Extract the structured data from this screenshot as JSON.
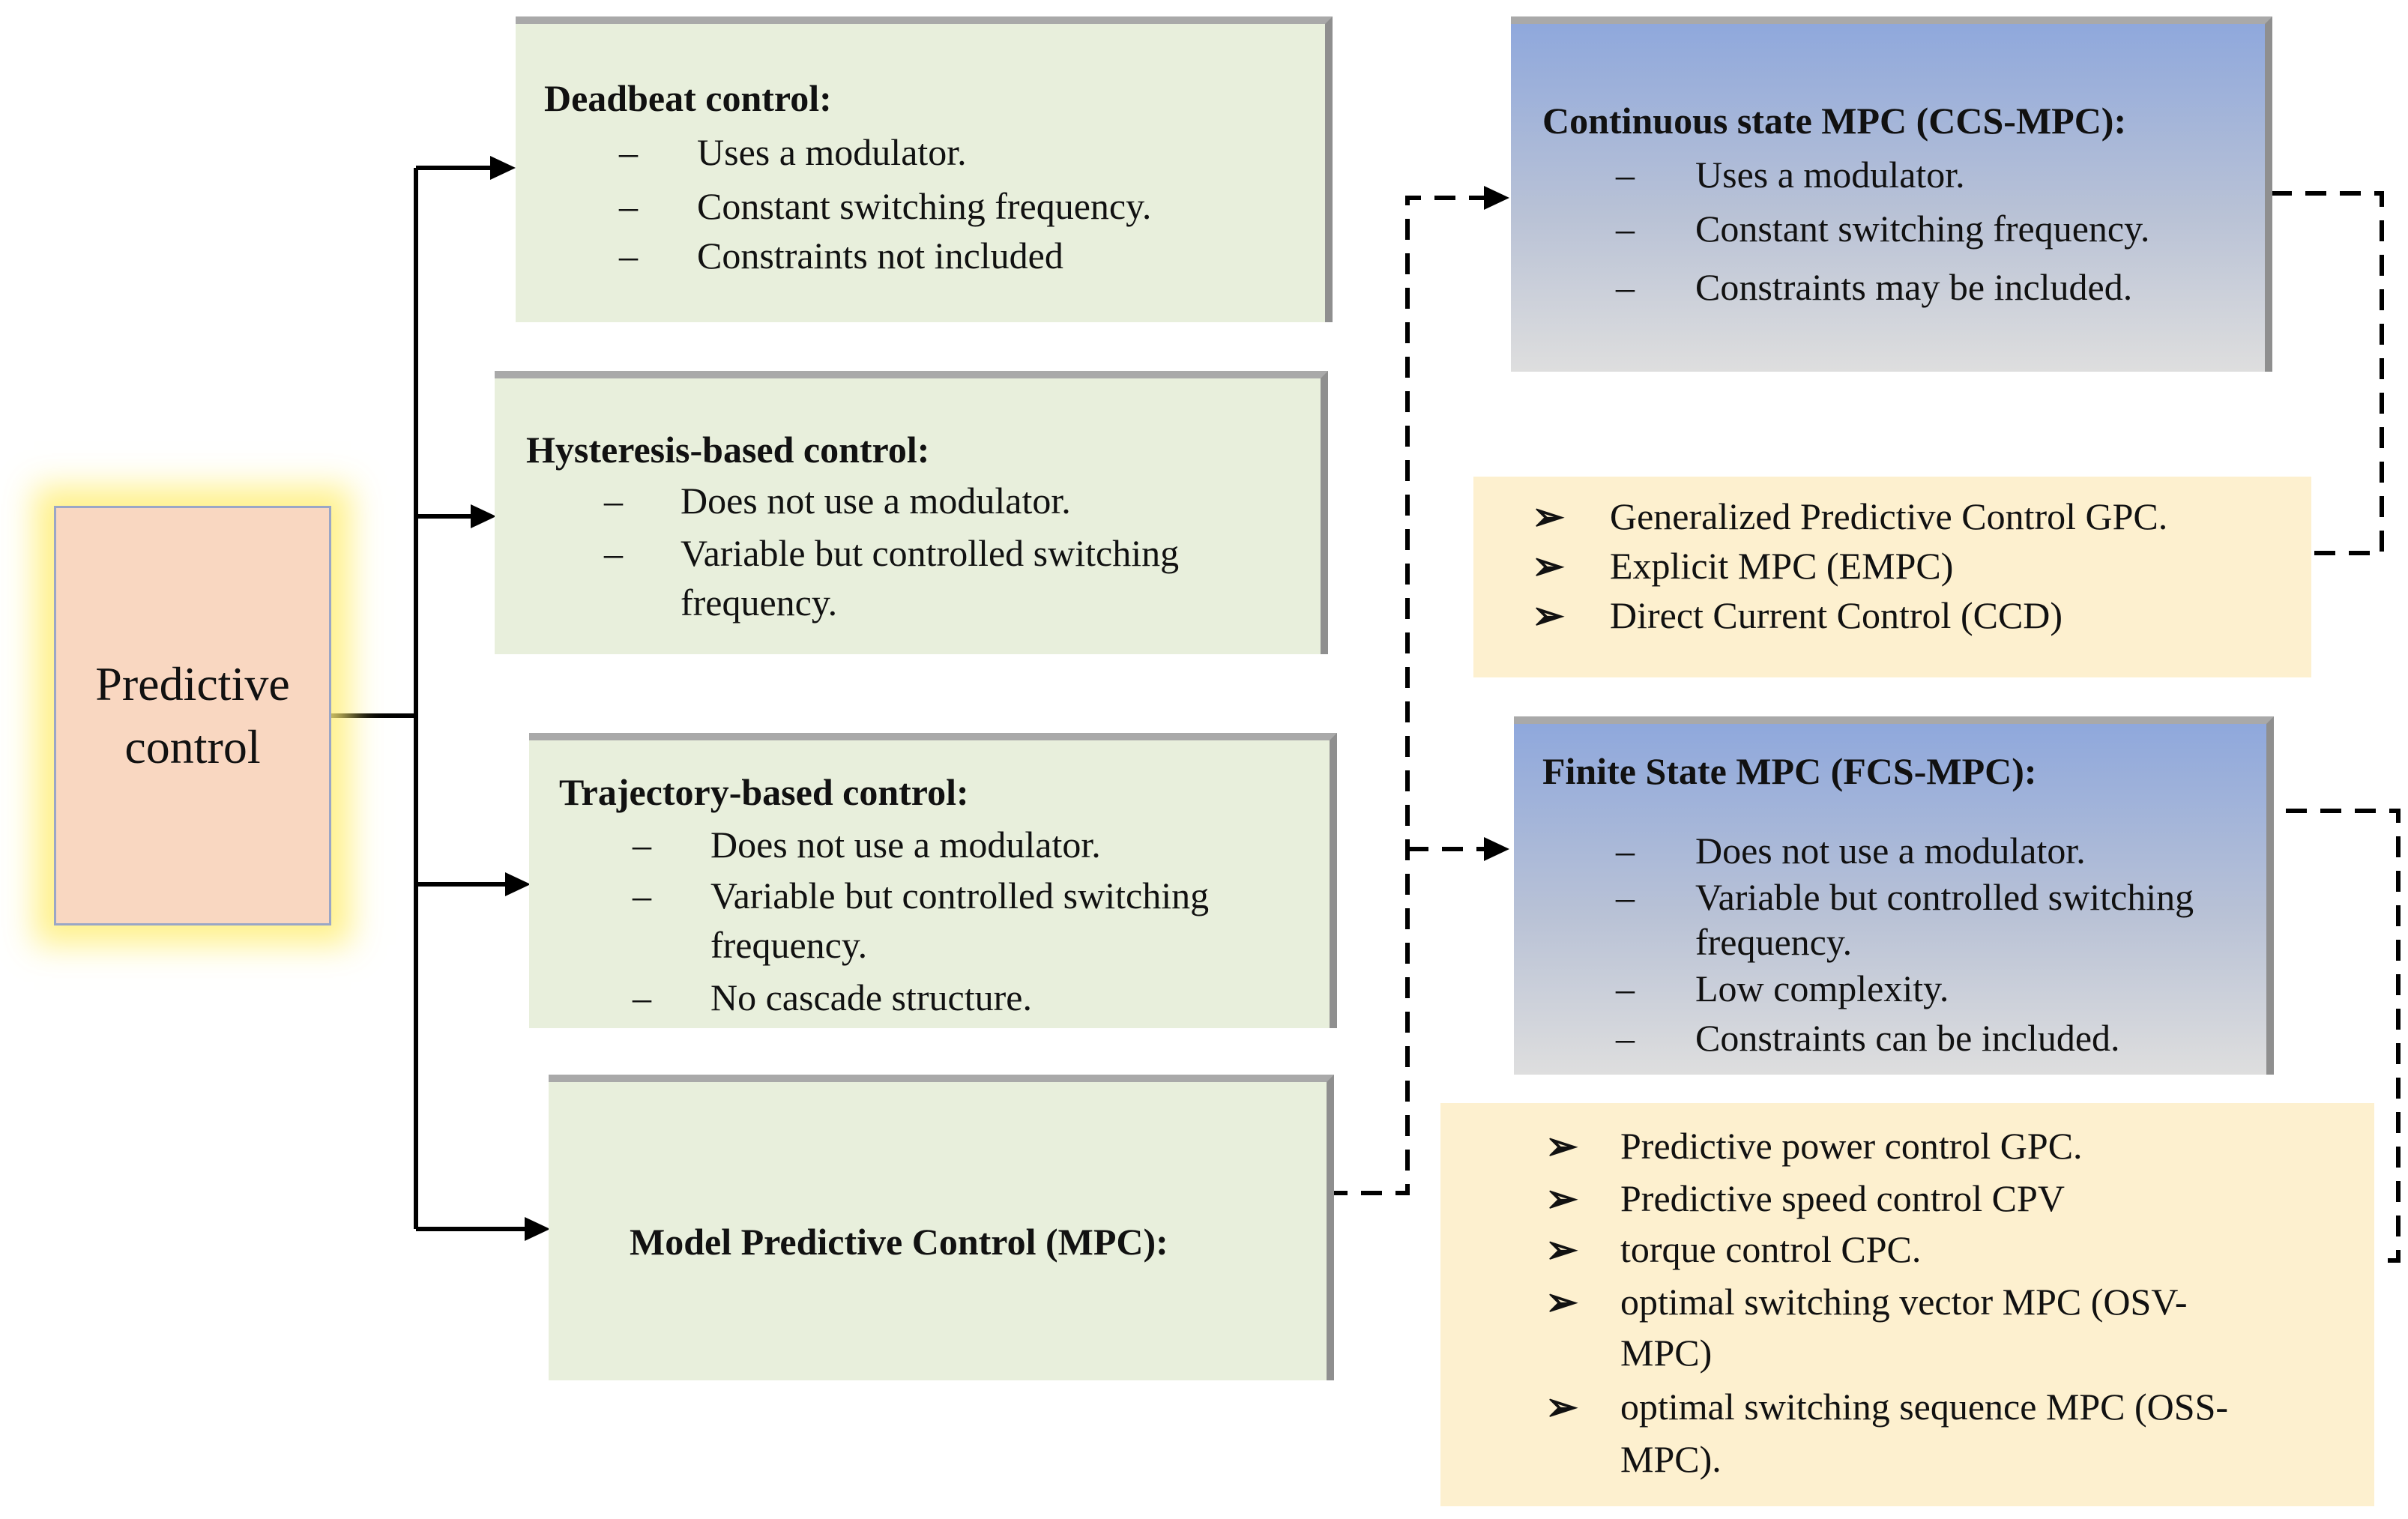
{
  "root": {
    "line1": "Predictive",
    "line2": "control"
  },
  "deadbeat": {
    "title": "Deadbeat control:",
    "items": [
      "Uses a modulator.",
      "Constant switching frequency.",
      "Constraints not included"
    ]
  },
  "hysteresis": {
    "title": "Hysteresis-based control:",
    "items": [
      "Does not use a modulator.",
      "Variable but controlled switching",
      "frequency."
    ]
  },
  "trajectory": {
    "title": "Trajectory-based control:",
    "items": [
      "Does not use a modulator.",
      "Variable but controlled switching",
      "frequency.",
      "No cascade structure."
    ]
  },
  "mpc": {
    "title": "Model Predictive Control (MPC):"
  },
  "ccs": {
    "title": "Continuous state MPC (CCS-MPC):",
    "items": [
      "Uses a modulator.",
      "Constant switching frequency.",
      "Constraints may be included."
    ]
  },
  "ccs_examples": {
    "items": [
      "Generalized Predictive Control GPC.",
      "Explicit MPC (EMPC)",
      "Direct Current Control (CCD)"
    ]
  },
  "fcs": {
    "title": "Finite State MPC (FCS-MPC):",
    "items": [
      "Does not use a modulator.",
      "Variable but controlled switching",
      "frequency.",
      "Low complexity.",
      "Constraints can be included."
    ]
  },
  "fcs_examples": {
    "items": [
      "Predictive power control GPC.",
      "Predictive speed control CPV",
      "torque control CPC.",
      "optimal switching vector MPC (OSV-",
      "MPC)",
      "optimal switching sequence MPC (OSS-",
      "MPC)."
    ]
  },
  "symbols": {
    "dash": "–",
    "bullet": "➢"
  },
  "colors": {
    "green_box": "#e8efdc",
    "blue_box_top": "#8fa8dc",
    "cream_box": "#fdf0cf",
    "root_box": "#f9d7c1",
    "glow": "#ffee78"
  }
}
